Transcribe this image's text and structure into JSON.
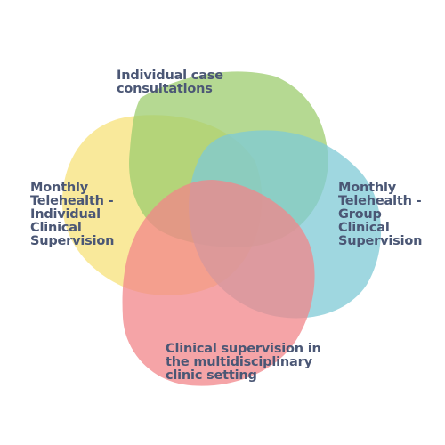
{
  "diagram": {
    "labels": {
      "top": "Individual case consultations",
      "left": "Monthly Telehealth - Individual Clinical Supervision",
      "right": "Monthly Telehealth - Group Clinical Supervision",
      "bottom": "Clinical supervision in the multidisciplinary clinic setting"
    },
    "colors": {
      "text": "#4b5775",
      "yellow": "#f7e17a",
      "green": "#9ccc6e",
      "teal": "#7fcad6",
      "pink": "#f2858a"
    }
  }
}
